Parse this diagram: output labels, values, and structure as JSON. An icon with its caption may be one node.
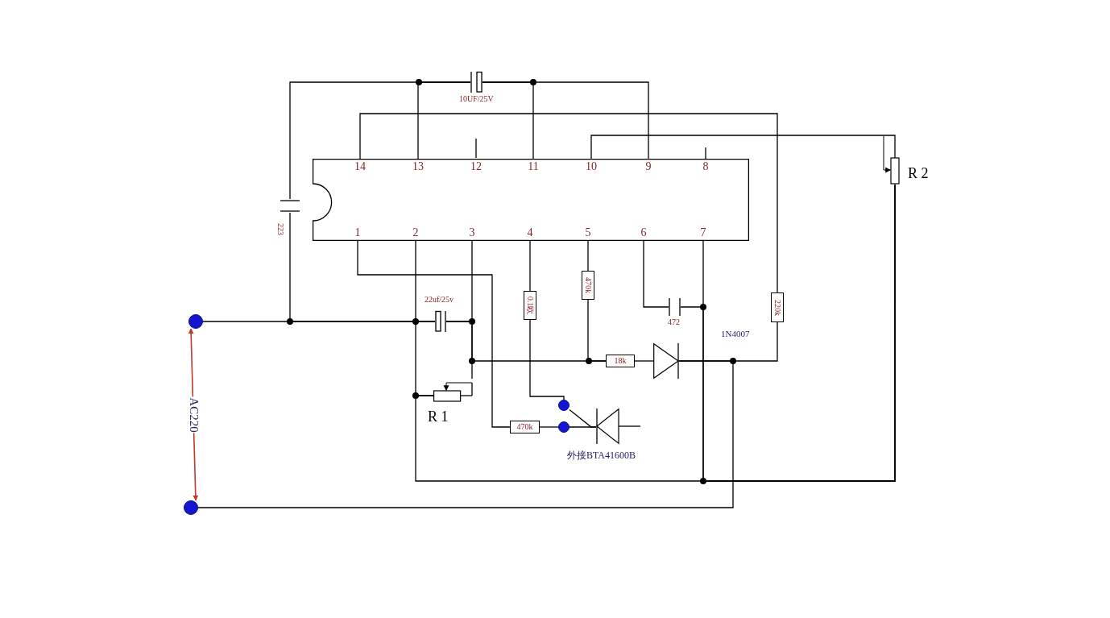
{
  "diagram": {
    "nodes": [
      {
        "text": [],
        "shape": "capacitor",
        "beside": [
          "10UF/25V"
        ]
      },
      {
        "text": [
          "14",
          "13",
          "12",
          "11",
          "10",
          "9",
          "8",
          "1",
          "2",
          "3",
          "4",
          "5",
          "6",
          "7"
        ]
      },
      {
        "text": [],
        "shape": "potentiometer",
        "beside": [
          "R 2"
        ]
      },
      {
        "text": [],
        "shape": "capacitor",
        "beside": [
          "223"
        ]
      },
      {
        "text": [],
        "shape": "capacitor",
        "beside": [
          "22uf/25v"
        ]
      },
      {
        "text": [
          "0.1欧"
        ]
      },
      {
        "text": [
          "470k"
        ]
      },
      {
        "text": [],
        "shape": "capacitor",
        "beside": [
          "472"
        ]
      },
      {
        "text": [
          "220k"
        ]
      },
      {
        "text": [],
        "shape": "circle"
      },
      {
        "text": [
          "18k"
        ]
      },
      {
        "text": [],
        "shape": "diode"
      },
      {
        "text": [],
        "shape": "potentiometer",
        "beside": [
          "R 1"
        ]
      },
      {
        "text": [],
        "shape": "circle"
      },
      {
        "text": [
          "470k"
        ]
      },
      {
        "text": [],
        "shape": "circle"
      },
      {
        "text": [],
        "shape": "triac",
        "beside": [
          "外接BTA41600B"
        ]
      },
      {
        "text": [],
        "shape": "circle"
      }
    ],
    "edges": [
      {
        "from": 3,
        "to": 0,
        "arrow": "none"
      },
      {
        "from": 1,
        "to": 0,
        "arrow": "none"
      },
      {
        "from": 0,
        "to": 1,
        "arrow": "none"
      },
      {
        "from": 0,
        "to": 1,
        "arrow": "none"
      },
      {
        "from": 1,
        "to": 8,
        "arrow": "none"
      },
      {
        "from": 1,
        "to": 2,
        "arrow": "none"
      },
      {
        "from": 9,
        "to": 4,
        "arrow": "none"
      },
      {
        "from": 3,
        "to": 4,
        "arrow": "none"
      },
      {
        "from": 1,
        "to": 4,
        "arrow": "none"
      },
      {
        "from": 12,
        "to": 4,
        "arrow": "none"
      },
      {
        "from": 1,
        "to": 2,
        "arrow": "none"
      },
      {
        "from": 12,
        "to": 2,
        "arrow": "none"
      },
      {
        "from": 7,
        "to": 2,
        "arrow": "none"
      },
      {
        "from": 1,
        "to": 4,
        "arrow": "none"
      },
      {
        "from": 4,
        "to": 10,
        "arrow": "none"
      },
      {
        "from": 6,
        "to": 10,
        "arrow": "none"
      },
      {
        "from": 12,
        "to": 4,
        "arrow": "none"
      },
      {
        "from": 1,
        "to": 14,
        "arrow": "none"
      },
      {
        "from": 1,
        "to": 5,
        "arrow": "none"
      },
      {
        "from": 5,
        "to": 13,
        "arrow": "none"
      },
      {
        "from": 1,
        "to": 6,
        "arrow": "none"
      },
      {
        "from": 1,
        "to": 7,
        "arrow": "none"
      },
      {
        "from": 10,
        "to": 11,
        "arrow": "none"
      },
      {
        "from": 11,
        "to": 8,
        "arrow": "none"
      },
      {
        "from": 11,
        "to": 17,
        "arrow": "none"
      },
      {
        "from": 14,
        "to": 15,
        "arrow": "none"
      },
      {
        "from": 13,
        "to": 16,
        "arrow": "none"
      },
      {
        "from": 15,
        "to": 16,
        "arrow": "none"
      },
      {
        "from": 9,
        "to": 17,
        "arrow": "both",
        "label": "AC220",
        "color": "#c0392b"
      }
    ],
    "labels": [
      "1N4007"
    ]
  }
}
